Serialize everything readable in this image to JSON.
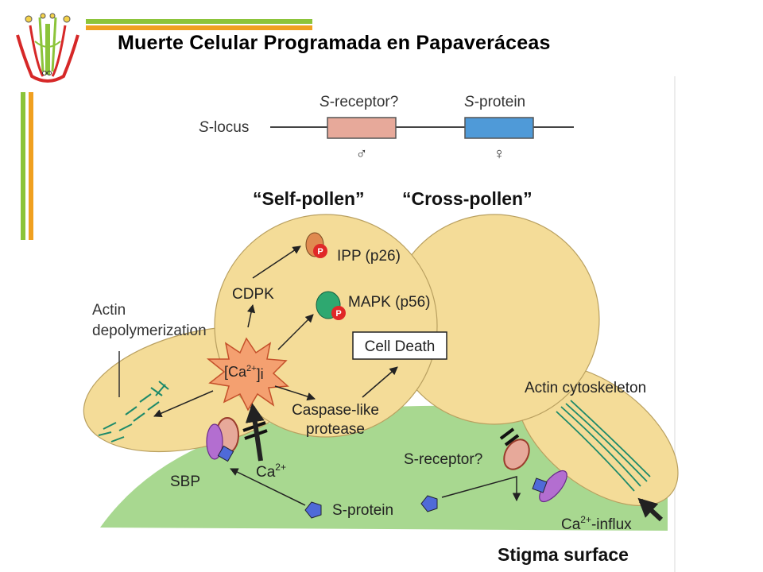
{
  "header": {
    "title": "Muerte Celular Programada en Papaveráceas"
  },
  "diagram": {
    "locus": {
      "s": "S",
      "label": "-locus"
    },
    "receptor_gene": {
      "s": "S",
      "label": "-receptor?",
      "symbol": "♂"
    },
    "protein_gene": {
      "s": "S",
      "label": "-protein",
      "symbol": "♀"
    },
    "self_pollen": "“Self-pollen”",
    "cross_pollen": "“Cross-pollen”",
    "ipp": "IPP (p26)",
    "mapk": "MAPK (p56)",
    "phospho": "P",
    "cdpk": "CDPK",
    "cell_death": "Cell Death",
    "actin_depol_1": "Actin",
    "actin_depol_2": "depolymerization",
    "calcium_i": "[Ca",
    "calcium_i_sup": "2+",
    "calcium_i_sub": "]i",
    "caspase_1": "Caspase-like",
    "caspase_2": "protease",
    "actin_cyto": "Actin cytoskeleton",
    "sbp": "SBP",
    "ca_influx_left": "Ca",
    "ca_influx_left_sup": "2+",
    "s_receptor_right": "S-receptor?",
    "s_protein": "S-protein",
    "ca_influx_right": "Ca",
    "ca_influx_right_sup": "2+",
    "ca_influx_right_suffix": "-influx",
    "stigma": "Stigma surface"
  },
  "colors": {
    "accent_green": "#8cc43a",
    "accent_orange": "#f0a020",
    "pollen": "#f4dc98",
    "stigma": "#a8d890",
    "receptor": "#e7a99a",
    "protein": "#4f9ad8"
  }
}
